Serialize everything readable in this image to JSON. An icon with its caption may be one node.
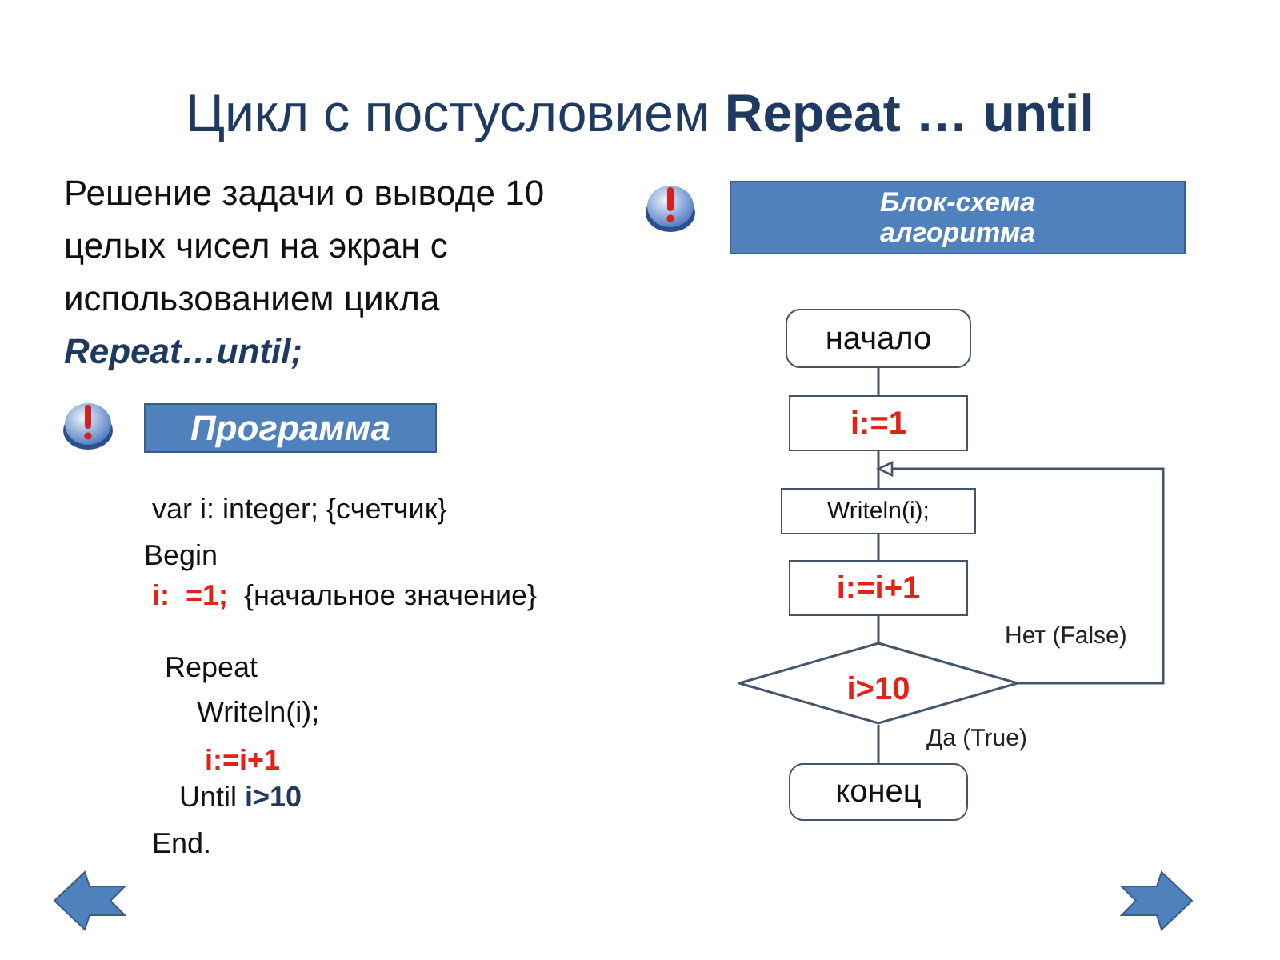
{
  "diagram": {
    "title": "Цикл с постусловием **Repeat … until**",
    "nodes": [
      {
        "text": [
          "Программа"
        ]
      },
      {
        "text": [
          "Блок-схема алгоритма"
        ]
      },
      {
        "text": [
          "начало"
        ]
      },
      {
        "text": [
          "i:=1"
        ]
      },
      {
        "text": [
          "Writeln(i);"
        ]
      },
      {
        "text": [
          "i:=i+1"
        ]
      },
      {
        "text": [
          "i>10"
        ]
      },
      {
        "text": [
          "конец"
        ]
      }
    ],
    "edges": [
      {
        "from": 2,
        "to": 3,
        "arrow": "none"
      },
      {
        "from": 3,
        "to": 4,
        "arrow": "none"
      },
      {
        "from": 4,
        "to": 5,
        "arrow": "none"
      },
      {
        "from": 5,
        "to": 6,
        "arrow": "none"
      },
      {
        "from": 6,
        "to": 7,
        "arrow": "none",
        "label": "Да (True)"
      },
      {
        "from": 6,
        "to": 4,
        "arrow": "to",
        "label": "Нет (False)"
      }
    ],
    "labels": [
      "Решение задачи о выводе 10 целых чисел на экран с использованием цикла **Repeat…until;**",
      "var i: integer; {счетчик}",
      "Begin",
      "**i:  =1;**  {начальное значение}",
      "Repeat",
      "Writeln(i);",
      "i:=i+1",
      "Until **i>10**",
      "End."
    ]
  }
}
